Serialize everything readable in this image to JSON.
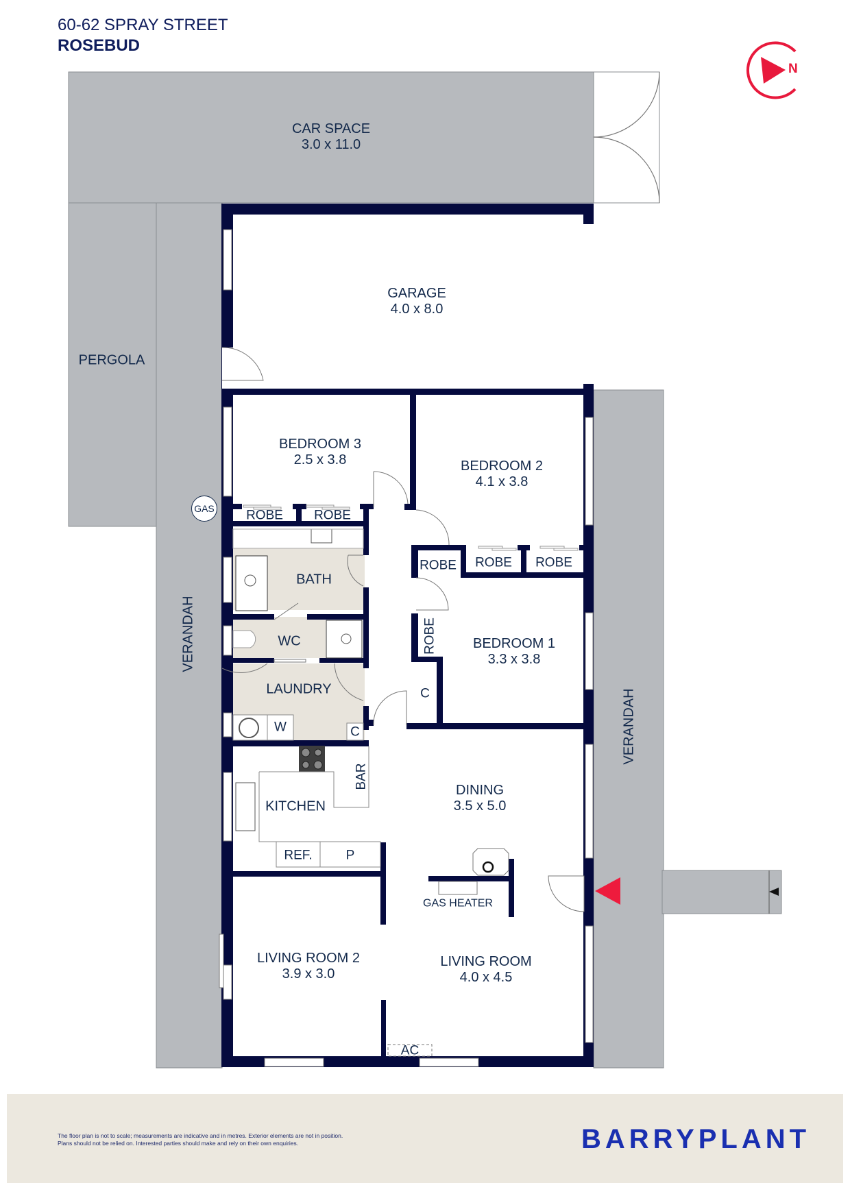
{
  "header": {
    "address": "60-62 SPRAY STREET",
    "suburb": "ROSEBUD"
  },
  "compass": {
    "icon": "north-compass-icon",
    "label": "N",
    "color": "#e8193c"
  },
  "colors": {
    "wall": "#050a3e",
    "exterior": "#b7babe",
    "wet_area": "#e8e4dc",
    "text": "#13294b",
    "accent_red": "#ee1b3d",
    "brand_blue": "#1a2fb0",
    "footer_bg": "#ece8df"
  },
  "rooms": {
    "car_space": {
      "name": "CAR SPACE",
      "size": "3.0 x 11.0"
    },
    "garage": {
      "name": "GARAGE",
      "size": "4.0 x 8.0"
    },
    "pergola": {
      "name": "PERGOLA"
    },
    "verandah_left": {
      "name": "VERANDAH"
    },
    "verandah_right": {
      "name": "VERANDAH"
    },
    "bedroom3": {
      "name": "BEDROOM 3",
      "size": "2.5 x 3.8"
    },
    "bedroom2": {
      "name": "BEDROOM 2",
      "size": "4.1 x 3.8"
    },
    "bedroom1": {
      "name": "BEDROOM 1",
      "size": "3.3 x 3.8"
    },
    "bath": {
      "name": "BATH"
    },
    "wc": {
      "name": "WC"
    },
    "laundry": {
      "name": "LAUNDRY"
    },
    "kitchen": {
      "name": "KITCHEN"
    },
    "dining": {
      "name": "DINING",
      "size": "3.5 x 5.0"
    },
    "living_room2": {
      "name": "LIVING ROOM 2",
      "size": "3.9 x 3.0"
    },
    "living_room": {
      "name": "LIVING ROOM",
      "size": "4.0 x 4.5"
    }
  },
  "fixtures": {
    "robe": "ROBE",
    "cupboard": "C",
    "washer": "W",
    "bar": "BAR",
    "fridge": "REF.",
    "pantry": "P",
    "gas_heater": "GAS HEATER",
    "ac": "AC",
    "gas_meter": "GAS"
  },
  "footer": {
    "disclaimer_line1": "The floor plan is not to scale; measurements are indicative and in metres. Exterior elements are not in position.",
    "disclaimer_line2": "Plans should not be relied on. Interested parties should make and rely on their own enquiries.",
    "brand": "BARRYPLANT"
  }
}
